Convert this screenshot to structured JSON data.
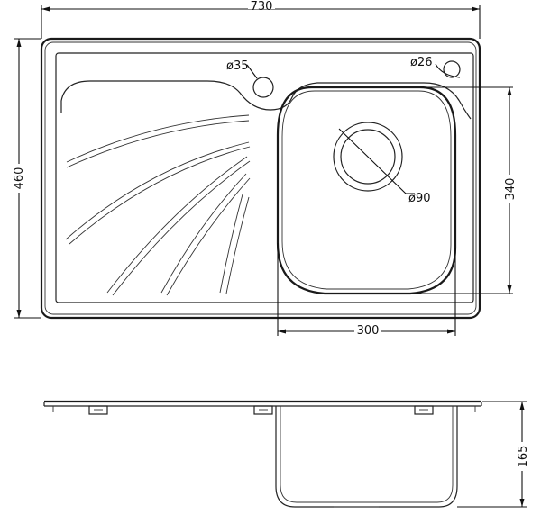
{
  "dimensions": {
    "overall_width": "730",
    "overall_depth": "460",
    "bowl_width": "300",
    "bowl_depth": "340",
    "bowl_height": "165",
    "drain_diameter": "ø90",
    "tap_hole_diameter": "ø35",
    "overflow_diameter": "ø26"
  },
  "colors": {
    "line": "#222222",
    "background": "#ffffff"
  }
}
